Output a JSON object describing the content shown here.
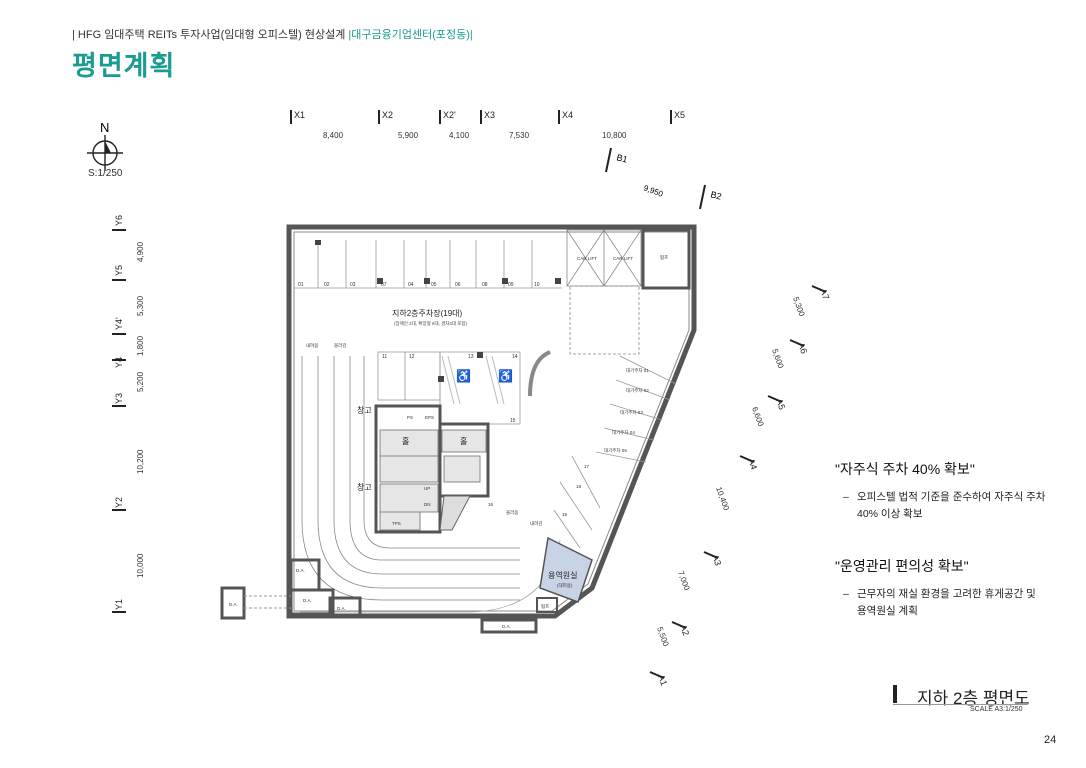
{
  "header": {
    "project": "| HFG 임대주택 REITs 투자사업(임대형 오피스텔) 현상설계",
    "site": "|대구금융기업센터(포정동)|"
  },
  "sheet_title": "평면계획",
  "compass": {
    "north": "N",
    "scale": "S:1/250"
  },
  "grid": {
    "x_labels": [
      "X1",
      "X2",
      "X2'",
      "X3",
      "X4",
      "X5"
    ],
    "x_dims": [
      "8,400",
      "5,900",
      "4,100",
      "7,530",
      "10,800"
    ],
    "y_labels": [
      "Y6",
      "Y5",
      "Y4'",
      "Y4",
      "Y3",
      "Y2",
      "Y1"
    ],
    "y_dims": [
      "4,900",
      "5,300",
      "1,800",
      "5,200",
      "10,200",
      "10,000"
    ],
    "b_labels": [
      "B1",
      "B2"
    ],
    "b_dims": [
      "9,950"
    ],
    "a_labels": [
      "A7",
      "A6",
      "A5",
      "A4",
      "A3",
      "A2",
      "A1"
    ],
    "a_dims": [
      "5,300",
      "5,600",
      "6,600",
      "10,400",
      "7,000",
      "5,500"
    ]
  },
  "plan": {
    "parking_title": "지하2층주차장(19대)",
    "parking_sub": "(장애인 2대, 확장형 6대, 경차3대 포함)",
    "top_stalls": [
      "01",
      "02",
      "03",
      "07",
      "04",
      "05",
      "06",
      "08",
      "09",
      "10"
    ],
    "mid_stalls": [
      "11",
      "12",
      "13",
      "14"
    ],
    "stall_15": "15",
    "stall_16": "16",
    "stall_17": "17",
    "stall_18": "18",
    "stall_19": "19",
    "waiting_spaces": [
      "대기주차 01",
      "대기주차 02",
      "대기주차 03",
      "대기주차 04",
      "대기주차 05"
    ],
    "car_lift": "CAR LIFT",
    "machine_room": "펌프",
    "exit_label": "내려감",
    "entry_label": "올라옴",
    "ramp_up": "올라감",
    "ramp_down": "내려옴",
    "storage": "창고",
    "hall": "홀",
    "ps": "PS",
    "eps": "EPS",
    "tps": "TPS",
    "up": "UP",
    "dn": "DN",
    "da": "D.A.",
    "service_room": "용역원실",
    "service_room_sub": "(대피용)"
  },
  "notes": [
    {
      "title": "\"자주식 주차 40% 확보\"",
      "line1": "오피스텔 법적 기준을 준수하여 자주식 주차",
      "line2": "40% 이상 확보"
    },
    {
      "title": "\"운영관리 편의성 확보\"",
      "line1": "근무자의 재실 환경을 고려한 휴게공간 및",
      "line2": "용역원실 계획"
    }
  ],
  "plan_title": "지하 2층 평면도",
  "plan_scale": "SCALE   A3:1/250",
  "page_number": "24",
  "colors": {
    "accent": "#1a9c92",
    "service_room": "#c9d3e6"
  }
}
